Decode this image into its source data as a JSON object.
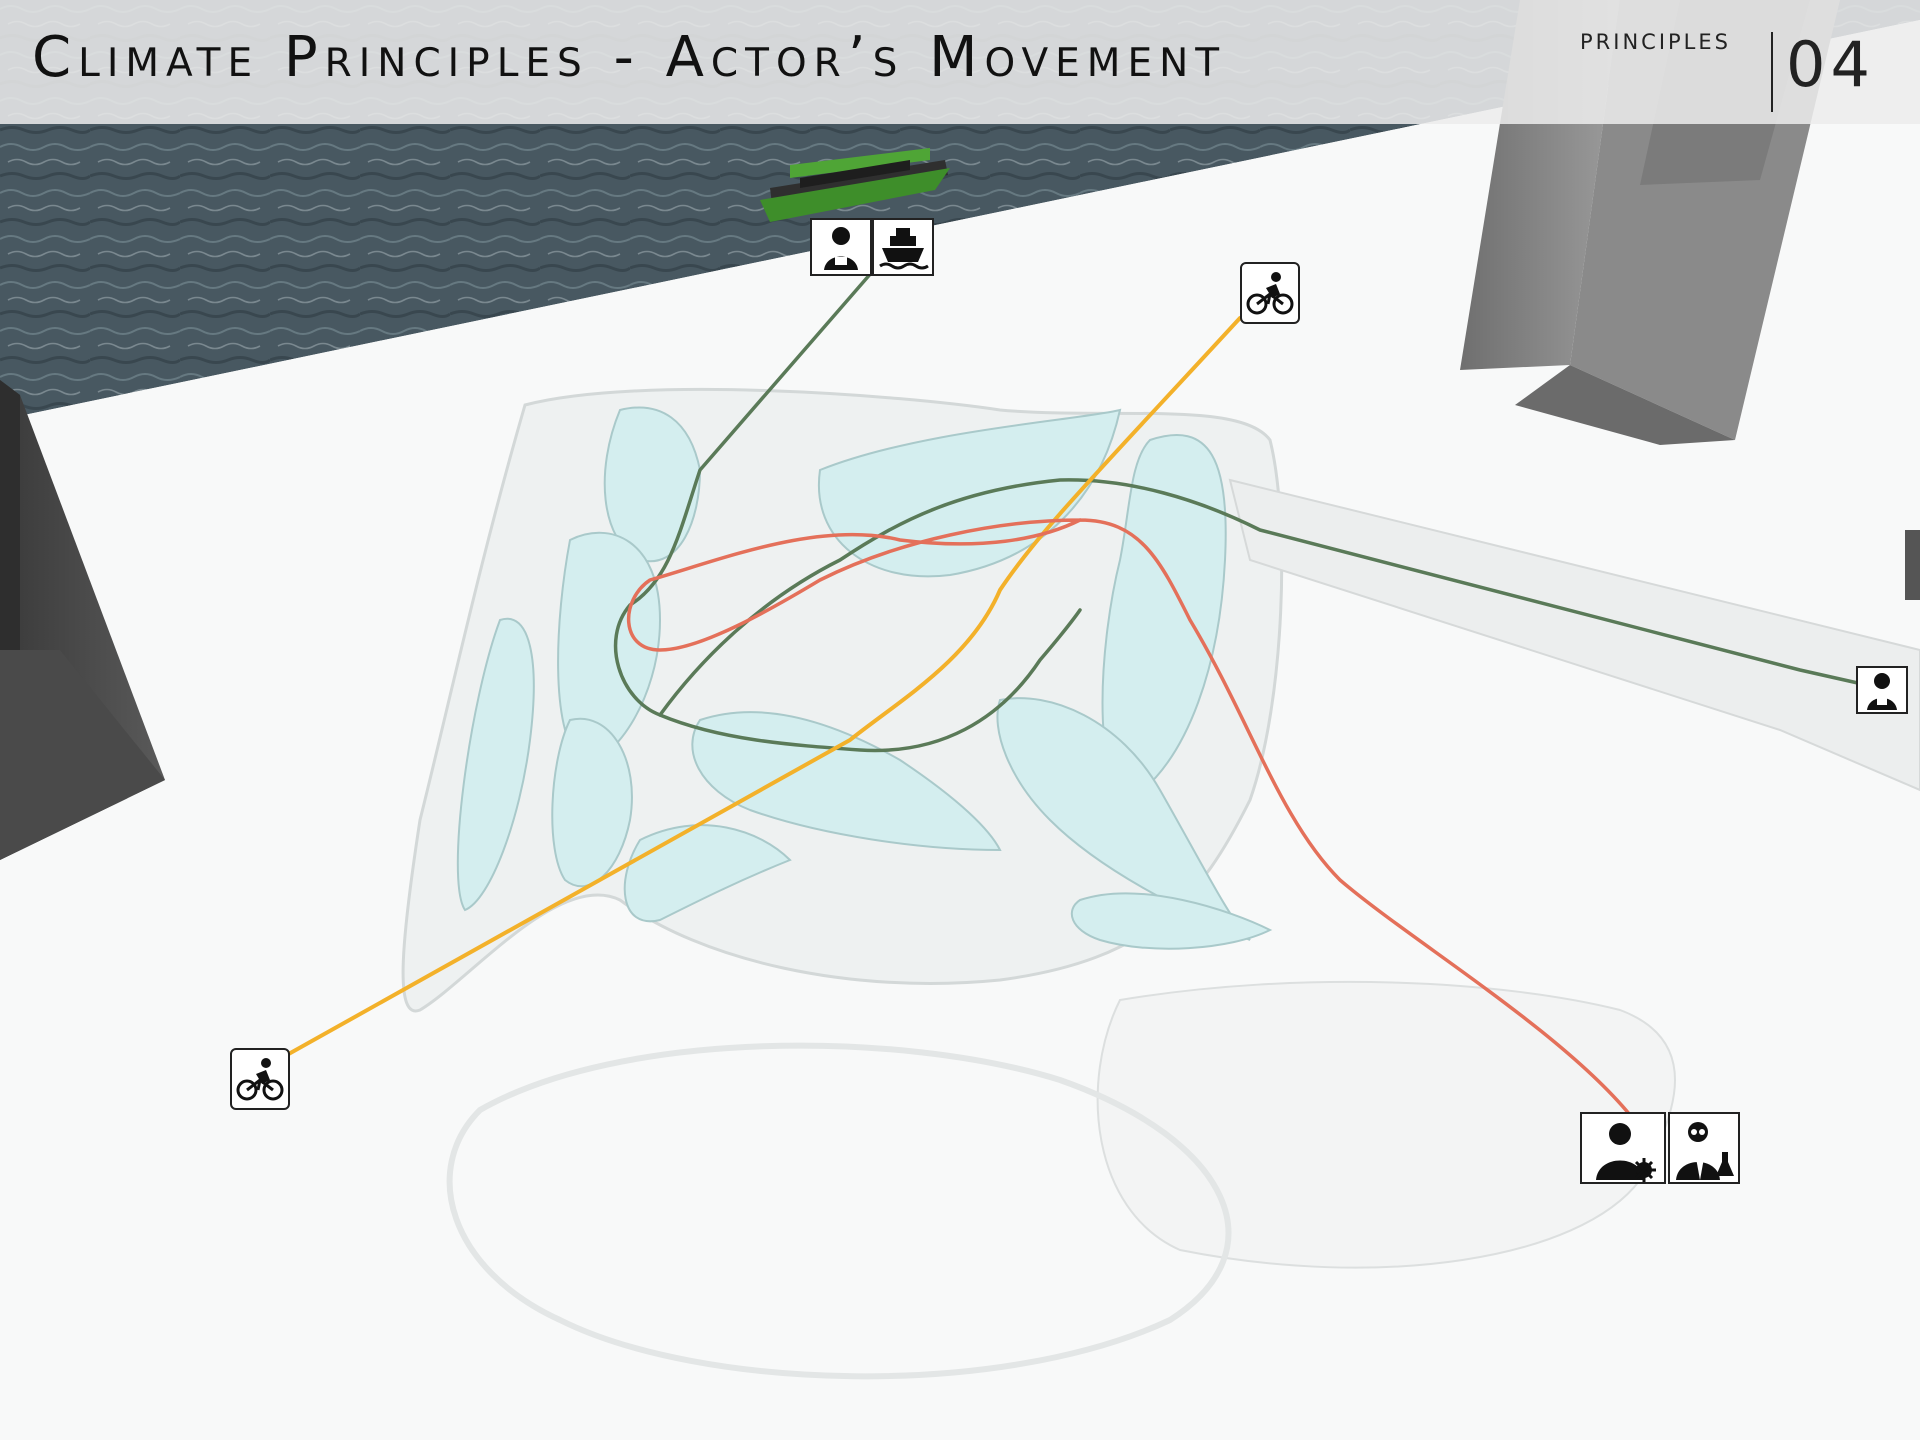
{
  "header": {
    "title": "Climate Principles - Actor’s Movement",
    "section_label": "PRINCIPLES",
    "page_number": "04"
  },
  "actors": [
    {
      "id": "photographer",
      "icon": "photographer-icon"
    },
    {
      "id": "ferry",
      "icon": "ferry-boat-icon"
    },
    {
      "id": "cyclist",
      "icon": "cyclist-icon"
    },
    {
      "id": "researcher",
      "icon": "virus-researcher-icon"
    },
    {
      "id": "scientist",
      "icon": "scientist-icon"
    }
  ],
  "paths": [
    {
      "id": "green-path",
      "color": "#5a7a58"
    },
    {
      "id": "yellow-path",
      "color": "#f3b12a"
    },
    {
      "id": "red-path",
      "color": "#e4705a"
    }
  ],
  "colors": {
    "sea": "#4a5a62",
    "water_pools": "#d4eeef",
    "platform": "#f1f3f3",
    "towers": "#6e6e6e",
    "ferry": "#3e8e2a"
  }
}
